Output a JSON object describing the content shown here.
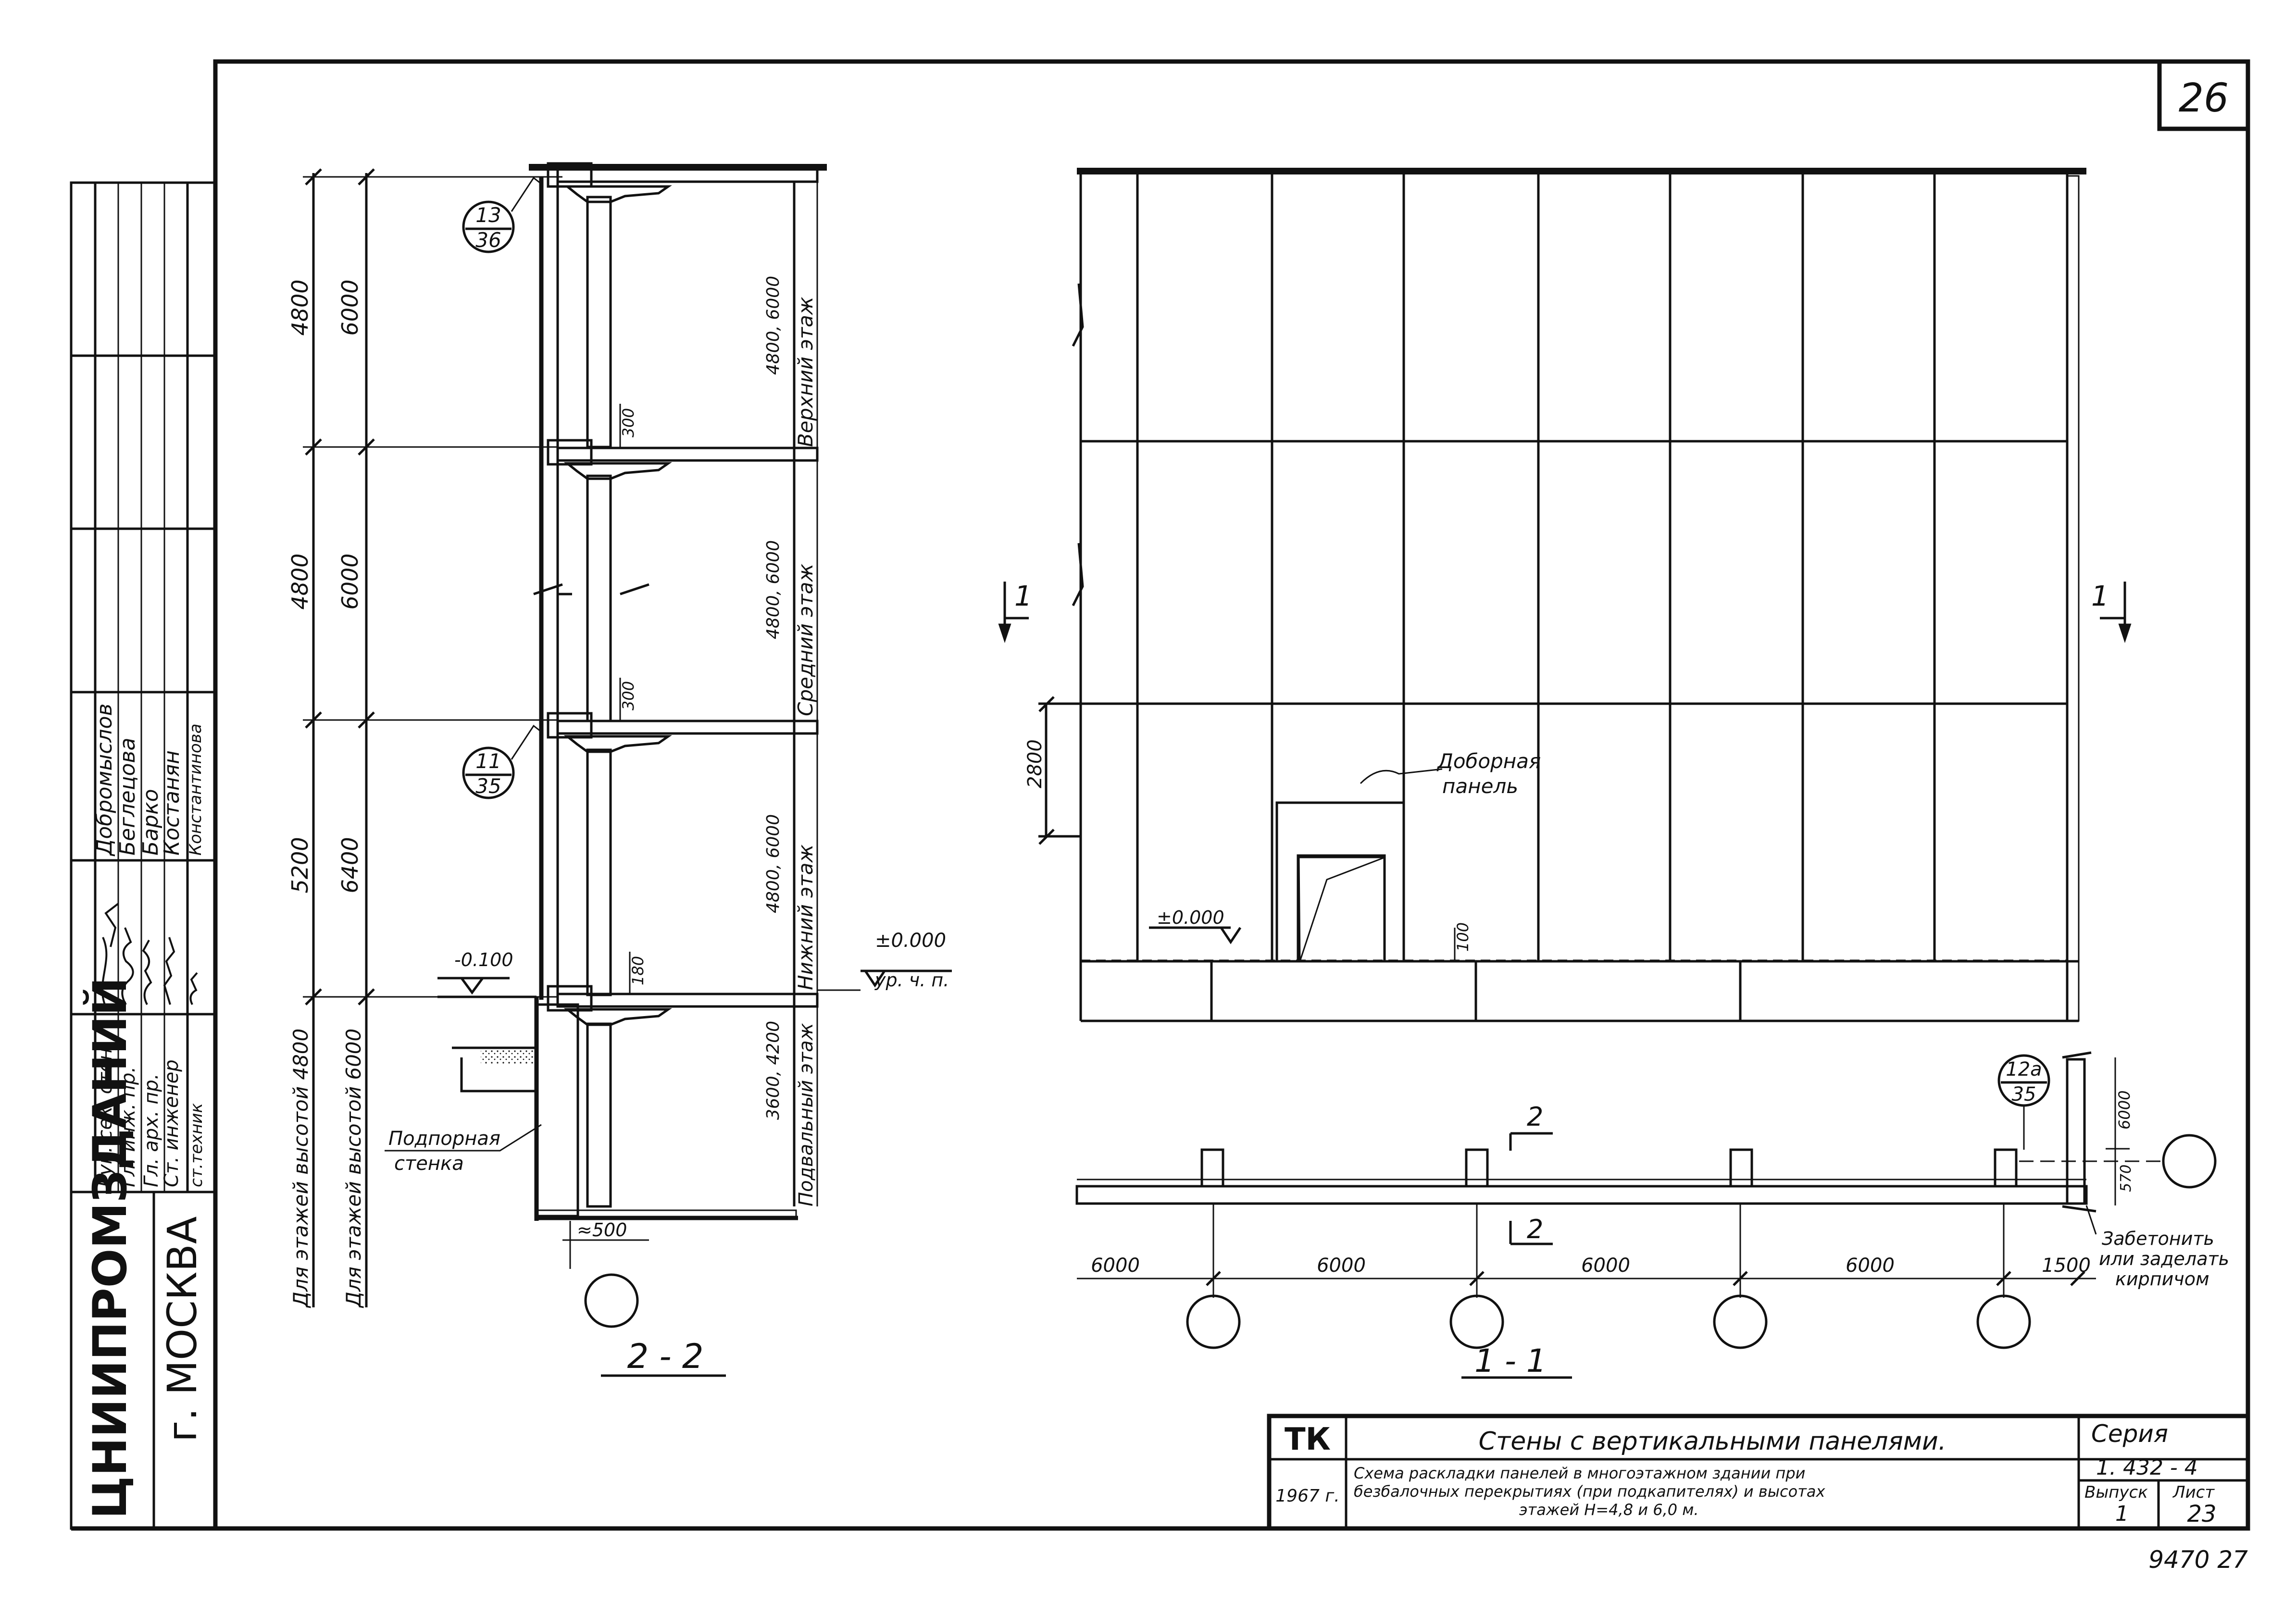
{
  "page_number": "26",
  "sheet_footer_number": "9470  27",
  "organization": {
    "name": "ЦНИИПРОМЗДАНИЙ",
    "city": "г. МОСКВА"
  },
  "signature_table": {
    "roles": [
      "Рук. сек. стен",
      "Гл. инж. пр.",
      "Гл. арх. пр.",
      "Ст. инженер",
      "ст.техник"
    ],
    "names": [
      "Добромыслов",
      "Беглецова",
      "Барко",
      "Костанян",
      "Константинова"
    ]
  },
  "title_block": {
    "code": "ТК",
    "title": "Стены с вертикальными панелями.",
    "year": "1967 г.",
    "description": [
      "Схема раскладки панелей в многоэтажном здании при",
      "безбалочных перекрытиях (при подкапителях) и высотах",
      "этажей H=4,8 и 6,0 м."
    ],
    "series_label": "Серия",
    "series_value": "1. 432 - 4",
    "issue_label": "Выпуск",
    "issue_value": "1",
    "sheet_label": "Лист",
    "sheet_value": "23"
  },
  "section_2_2": {
    "label": "2 - 2",
    "floors": [
      {
        "name": "Верхний этаж",
        "heights": "4800, 6000",
        "dim_48": "4800",
        "dim_60": "6000"
      },
      {
        "name": "Средний этаж",
        "heights": "4800, 6000",
        "dim_48": "4800",
        "dim_60": "6000"
      },
      {
        "name": "Нижний этаж",
        "heights": "4800, 6000",
        "dim_48": "5200",
        "dim_60": "6400"
      },
      {
        "name": "Подвальный этаж",
        "heights": "3600, 4200"
      }
    ],
    "slab_dims": [
      "300",
      "300",
      "180"
    ],
    "callouts": [
      {
        "top": "13",
        "bottom": "36"
      },
      {
        "top": "11",
        "bottom": "35"
      }
    ],
    "level_minus": "-0.100",
    "level_zero": "±0.000",
    "level_zero_note": "ур. ч. п.",
    "retaining_wall": [
      "Подпорная",
      "стенка"
    ],
    "offset_dim": "≈500",
    "vertical_note_48": "Для этажей высотой 4800",
    "vertical_note_60": "Для этажей высотой 6000"
  },
  "elevation": {
    "cut_label": "1",
    "panel_dim": "2800",
    "extra_panel": [
      "Доборная",
      "панель"
    ],
    "level_zero": "±0.000",
    "base_dim": "100"
  },
  "plan_1_1": {
    "label": "1 - 1",
    "cut_label": "2",
    "spans": [
      "6000",
      "6000",
      "6000",
      "6000",
      "1500"
    ],
    "callout": {
      "top": "12а",
      "bottom": "35"
    },
    "side_dim_6000": "6000",
    "side_dim_570": "570",
    "note": [
      "Забетонить",
      "или заделать",
      "кирпичом"
    ]
  }
}
